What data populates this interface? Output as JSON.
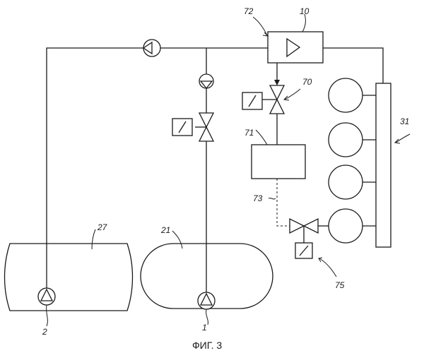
{
  "labels": {
    "l72": "72",
    "l10": "10",
    "l70": "70",
    "l71": "71",
    "l31": "31",
    "l73": "73",
    "l75": "75",
    "l27": "27",
    "l21": "21",
    "l2": "2",
    "l1": "1"
  },
  "caption": "ФИГ. 3"
}
